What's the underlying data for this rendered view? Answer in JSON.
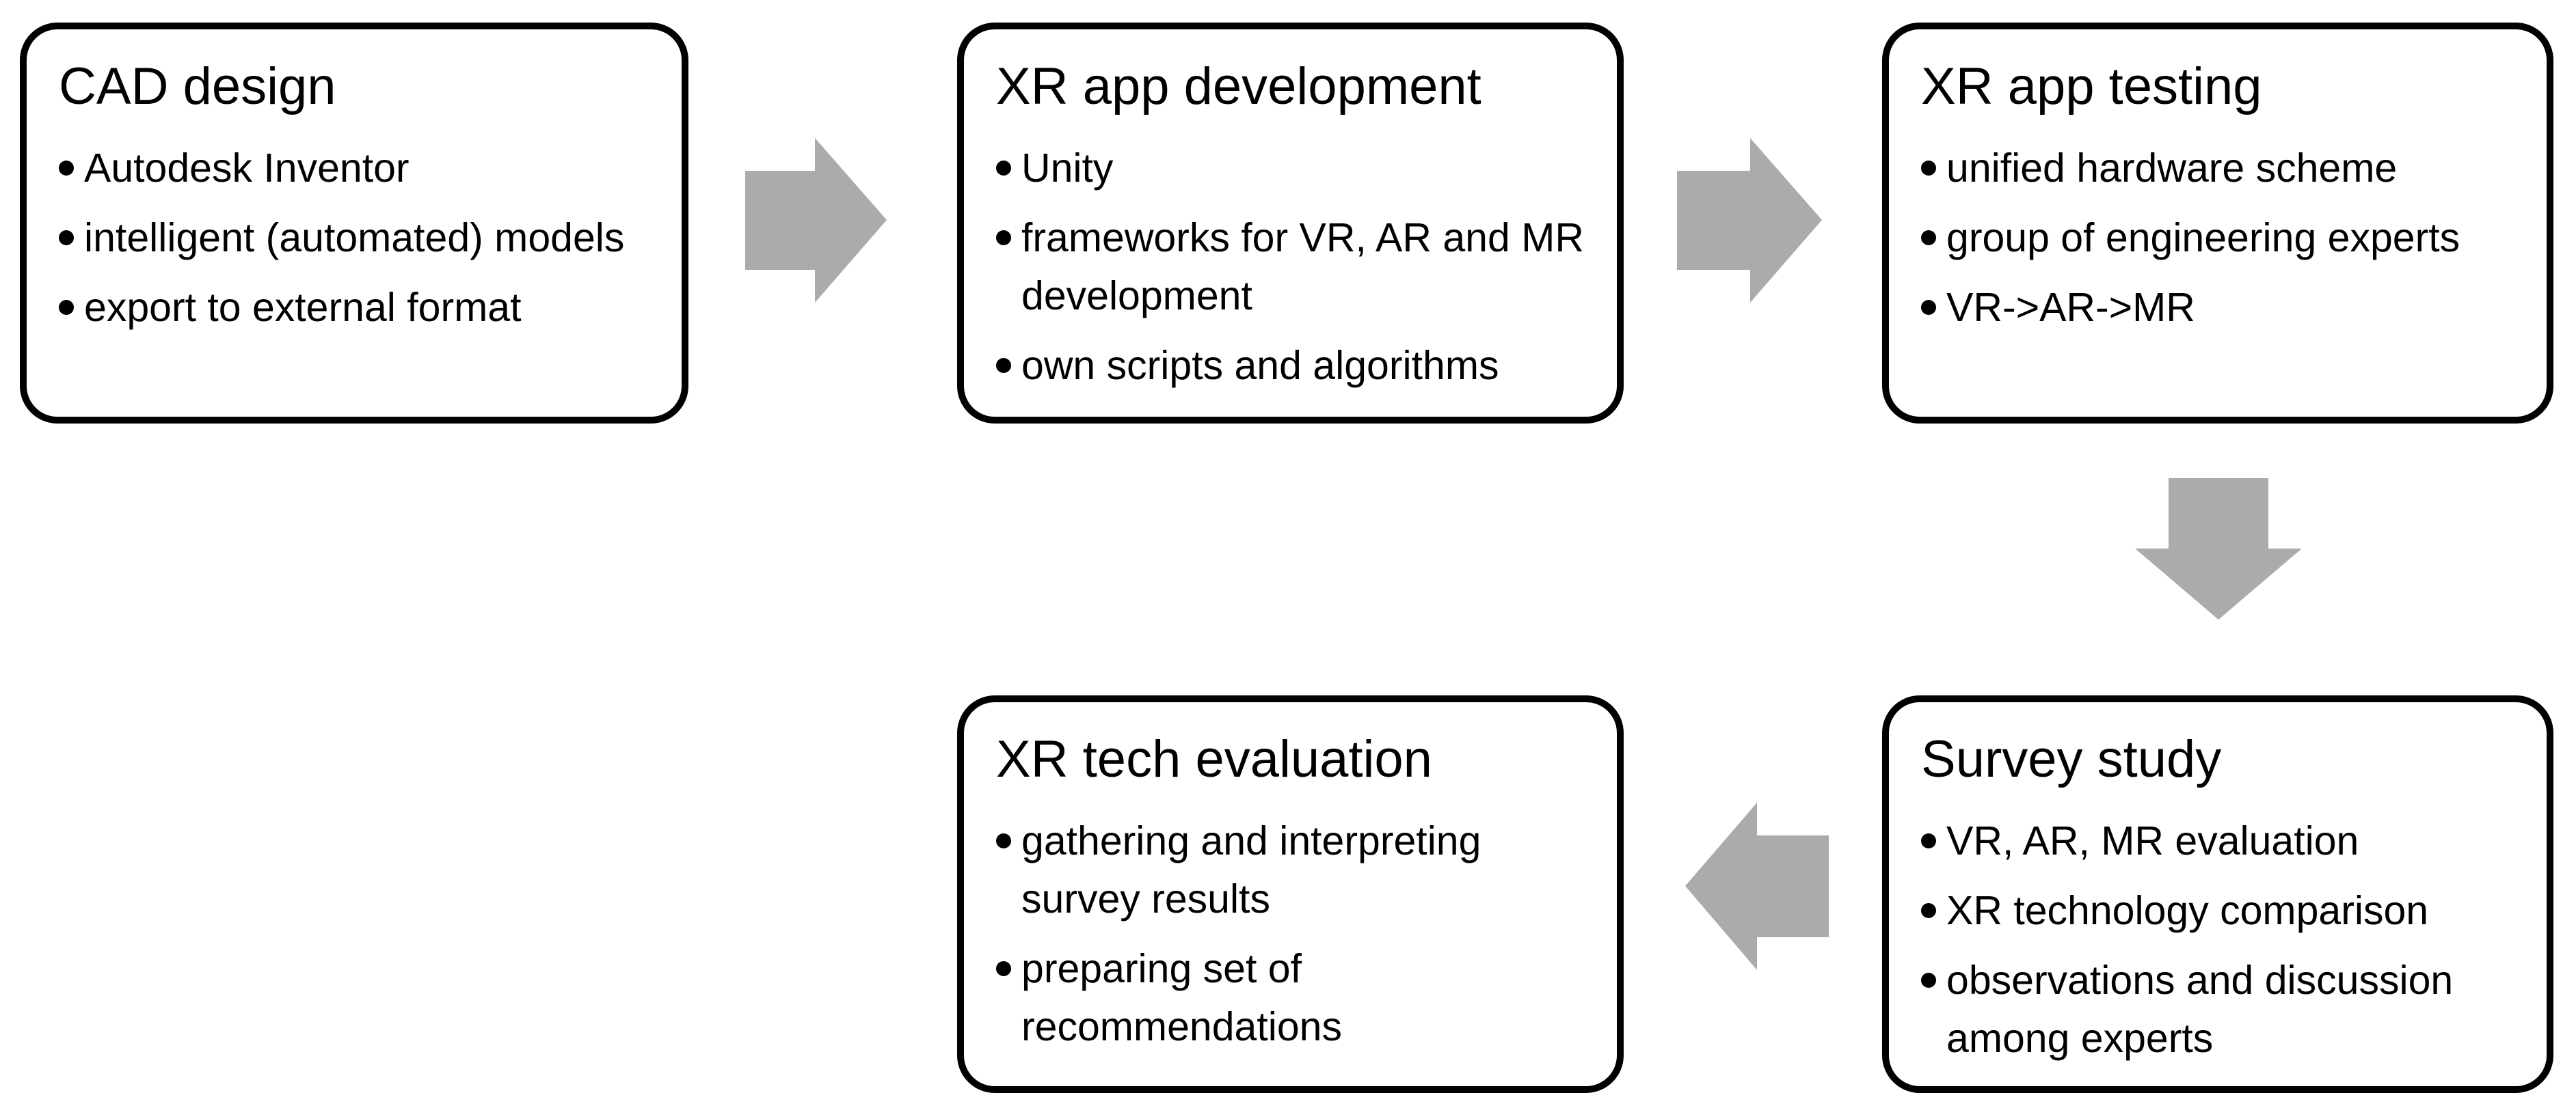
{
  "colors": {
    "arrow": "#ABABAB",
    "border": "#000000",
    "background": "#FFFFFF",
    "text": "#000000"
  },
  "diagram": {
    "type": "flowchart",
    "nodes": [
      {
        "id": "cad-design",
        "title": "CAD design",
        "bullets": [
          "Autodesk Inventor",
          "intelligent (automated) models",
          "export to external format"
        ]
      },
      {
        "id": "xr-app-development",
        "title": "XR app development",
        "bullets": [
          "Unity",
          "frameworks for VR, AR and MR development",
          "own scripts and algorithms"
        ]
      },
      {
        "id": "xr-app-testing",
        "title": "XR app testing",
        "bullets": [
          "unified hardware scheme",
          "group of engineering experts",
          "VR->AR->MR"
        ]
      },
      {
        "id": "survey-study",
        "title": "Survey study",
        "bullets": [
          "VR, AR, MR evaluation",
          "XR technology comparison",
          "observations and discussion among experts"
        ]
      },
      {
        "id": "xr-tech-evaluation",
        "title": "XR tech evaluation",
        "bullets": [
          "gathering and interpreting survey results",
          "preparing set of recommendations"
        ]
      }
    ],
    "connections": [
      {
        "from": "cad-design",
        "to": "xr-app-development",
        "direction": "right"
      },
      {
        "from": "xr-app-development",
        "to": "xr-app-testing",
        "direction": "right"
      },
      {
        "from": "xr-app-testing",
        "to": "survey-study",
        "direction": "down"
      },
      {
        "from": "survey-study",
        "to": "xr-tech-evaluation",
        "direction": "left"
      }
    ]
  }
}
